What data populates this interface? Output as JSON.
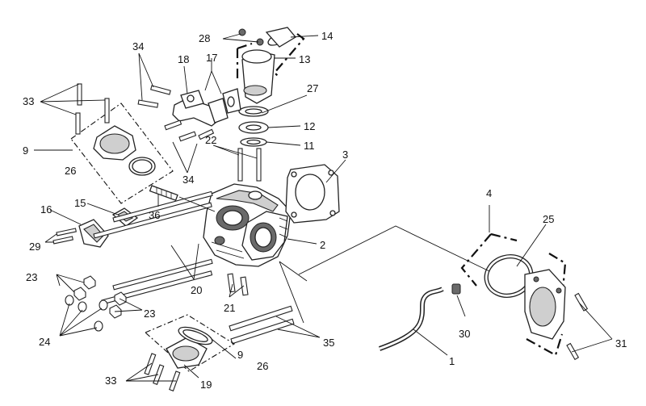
{
  "callouts": [
    {
      "id": "c1",
      "text": "1"
    },
    {
      "id": "c2",
      "text": "2"
    },
    {
      "id": "c3",
      "text": "3"
    },
    {
      "id": "c4",
      "text": "4"
    },
    {
      "id": "c9a",
      "text": "9"
    },
    {
      "id": "c9b",
      "text": "9"
    },
    {
      "id": "c11",
      "text": "11"
    },
    {
      "id": "c12",
      "text": "12"
    },
    {
      "id": "c13",
      "text": "13"
    },
    {
      "id": "c14",
      "text": "14"
    },
    {
      "id": "c15",
      "text": "15"
    },
    {
      "id": "c16",
      "text": "16"
    },
    {
      "id": "c17",
      "text": "17"
    },
    {
      "id": "c18",
      "text": "18"
    },
    {
      "id": "c19",
      "text": "19"
    },
    {
      "id": "c20",
      "text": "20"
    },
    {
      "id": "c21",
      "text": "21"
    },
    {
      "id": "c22",
      "text": "22"
    },
    {
      "id": "c23a",
      "text": "23"
    },
    {
      "id": "c23b",
      "text": "23"
    },
    {
      "id": "c24",
      "text": "24"
    },
    {
      "id": "c25",
      "text": "25"
    },
    {
      "id": "c26a",
      "text": "26"
    },
    {
      "id": "c26b",
      "text": "26"
    },
    {
      "id": "c27",
      "text": "27"
    },
    {
      "id": "c28",
      "text": "28"
    },
    {
      "id": "c29",
      "text": "29"
    },
    {
      "id": "c30",
      "text": "30"
    },
    {
      "id": "c31",
      "text": "31"
    },
    {
      "id": "c33a",
      "text": "33"
    },
    {
      "id": "c33b",
      "text": "33"
    },
    {
      "id": "c34a",
      "text": "34"
    },
    {
      "id": "c34b",
      "text": "34"
    },
    {
      "id": "c35",
      "text": "35"
    },
    {
      "id": "c36",
      "text": "36"
    }
  ]
}
